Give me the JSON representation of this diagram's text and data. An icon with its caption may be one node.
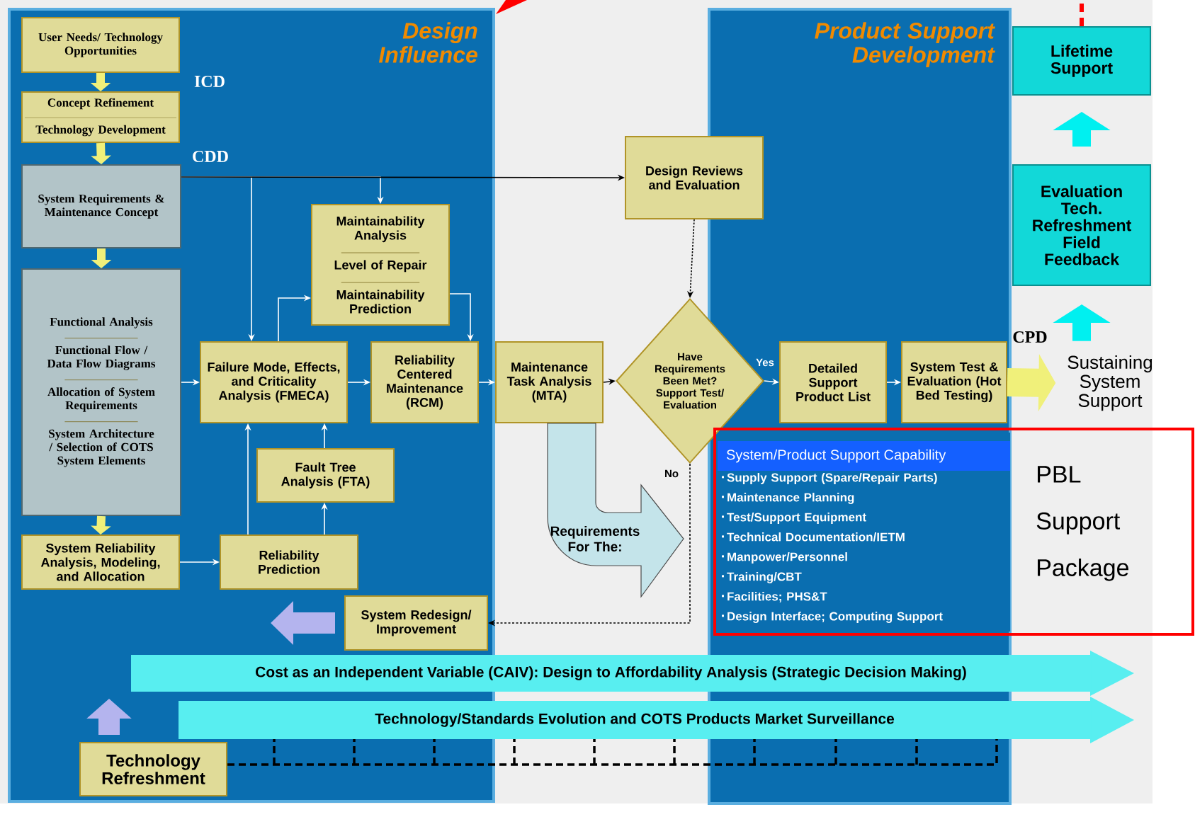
{
  "diagram": {
    "nodes": [
      {
        "text": [
          "Design Influence"
        ]
      },
      {
        "text": [
          "Product Support Development"
        ]
      },
      {
        "text": [
          "User Needs/ Technology Opportunities"
        ],
        "in": 0
      },
      {
        "text": [
          "Concept Refinement",
          "Technology Development"
        ],
        "in": 0
      },
      {
        "text": [
          "System Requirements & Maintenance Concept"
        ],
        "in": 0
      },
      {
        "text": [
          "Functional Analysis",
          "Functional Flow / Data Flow Diagrams",
          "Allocation of System Requirements",
          "System Architecture / Selection of COTS System Elements"
        ],
        "in": 0
      },
      {
        "text": [
          "System Reliability Analysis, Modeling, and Allocation"
        ],
        "in": 0
      },
      {
        "text": [
          "Maintainability Analysis",
          "Level of Repair",
          "Maintainability Prediction"
        ],
        "in": 0
      },
      {
        "text": [
          "Failure Mode, Effects, and Criticality Analysis (FMECA)"
        ],
        "in": 0
      },
      {
        "text": [
          "Reliability Centered Maintenance (RCM)"
        ],
        "in": 0
      },
      {
        "text": [
          "Fault Tree Analysis (FTA)"
        ],
        "in": 0
      },
      {
        "text": [
          "Reliability Prediction"
        ],
        "in": 0
      },
      {
        "text": [
          "System Redesign/ Improvement"
        ],
        "in": 0
      },
      {
        "text": [
          "Technology Refreshment"
        ],
        "in": 0
      },
      {
        "text": [
          "Maintenance Task Analysis (MTA)"
        ]
      },
      {
        "text": [
          "Design Reviews and Evaluation"
        ]
      },
      {
        "text": [
          "Have Requirements Been Met? Support Test/ Evaluation"
        ]
      },
      {
        "text": [
          "Detailed Support Product List"
        ],
        "in": 1
      },
      {
        "text": [
          "System Test & Evaluation (Hot Bed Testing)"
        ],
        "in": 1
      },
      {
        "text": [
          "Lifetime Support"
        ]
      },
      {
        "text": [
          "Evaluation Tech. Refreshment Field Feedback"
        ]
      },
      {
        "text": [
          "Sustaining System Support"
        ]
      },
      {
        "text": [
          "Requirements For The:"
        ]
      },
      {
        "text": [
          "PBL Support Package"
        ]
      },
      {
        "text": [
          "System/Product Support Capability",
          "Supply Support (Spare/Repair Parts)",
          "Maintenance Planning",
          "Test/Support Equipment",
          "Technical Documentation/IETM",
          "Manpower/Personnel",
          "Training/CBT",
          "Facilities; PHS&T",
          "Design Interface; Computing Support"
        ]
      },
      {
        "text": [
          "Cost as an Independent Variable (CAIV): Design to Affordability Analysis (Strategic Decision Making)"
        ]
      },
      {
        "text": [
          "Technology/Standards Evolution and COTS Products Market Surveillance"
        ]
      }
    ],
    "edges": [
      {
        "from": 2,
        "to": 3,
        "arrow": "to",
        "style": "thick",
        "color": "#f0f07a"
      },
      {
        "from": 3,
        "to": 4,
        "arrow": "to",
        "style": "thick",
        "color": "#f0f07a"
      },
      {
        "from": 4,
        "to": 5,
        "arrow": "to",
        "style": "thick",
        "color": "#f0f07a"
      },
      {
        "from": 5,
        "to": 6,
        "arrow": "to",
        "style": "thick",
        "color": "#f0f07a"
      },
      {
        "from": 4,
        "to": 7,
        "arrow": "to"
      },
      {
        "from": 4,
        "to": 8,
        "arrow": "to"
      },
      {
        "from": 4,
        "to": 15,
        "arrow": "to",
        "color": "#000000"
      },
      {
        "from": 5,
        "to": 8,
        "arrow": "to"
      },
      {
        "from": 8,
        "to": 7,
        "arrow": "to"
      },
      {
        "from": 7,
        "to": 9,
        "arrow": "to"
      },
      {
        "from": 8,
        "to": 9,
        "arrow": "to"
      },
      {
        "from": 9,
        "to": 14,
        "arrow": "to"
      },
      {
        "from": 14,
        "to": 16,
        "arrow": "to",
        "color": "#000000"
      },
      {
        "from": 15,
        "to": 16,
        "arrow": "to",
        "style": "dashed",
        "color": "#000000"
      },
      {
        "from": 16,
        "to": 17,
        "arrow": "to",
        "label": "Yes"
      },
      {
        "from": 17,
        "to": 18,
        "arrow": "to"
      },
      {
        "from": 18,
        "to": 21,
        "arrow": "to",
        "style": "thick",
        "color": "#f0f07a"
      },
      {
        "from": 16,
        "to": 12,
        "arrow": "to",
        "label": "No",
        "style": "dashed",
        "color": "#000000"
      },
      {
        "from": 6,
        "to": 11,
        "arrow": "to"
      },
      {
        "from": 11,
        "to": 8,
        "arrow": "to"
      },
      {
        "from": 11,
        "to": 10,
        "arrow": "to"
      },
      {
        "from": 10,
        "to": 8,
        "arrow": "to"
      },
      {
        "from": 12,
        "to": null,
        "arrow": "to",
        "style": "thick",
        "color": "#b4b4ee"
      },
      {
        "from": 13,
        "to": 25,
        "arrow": "to",
        "style": "thick",
        "color": "#b4b4ee"
      },
      {
        "from": 13,
        "to": 26,
        "arrow": "none",
        "style": "dashed",
        "color": "#000000"
      },
      {
        "from": 20,
        "to": 19,
        "arrow": "to",
        "style": "thick",
        "color": "#00f0f0"
      },
      {
        "from": 21,
        "to": 20,
        "arrow": "to",
        "style": "thick",
        "color": "#00f0f0"
      },
      {
        "from": 19,
        "to": null,
        "arrow": "none",
        "style": "dashed",
        "color": "#ff0000"
      }
    ],
    "labels": [
      "ICD",
      "CDD",
      "CPD"
    ]
  }
}
